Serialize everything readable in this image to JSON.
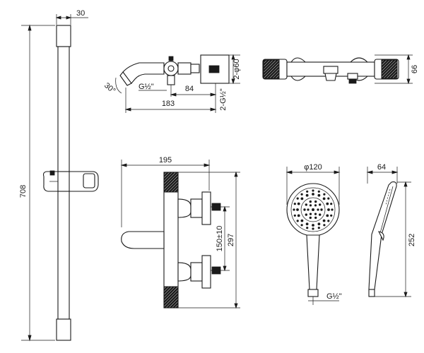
{
  "colors": {
    "line": "#1a1a1a",
    "background": "#ffffff"
  },
  "labels": {
    "rail_width": "30",
    "rail_length": "708",
    "valve_angle": "30°",
    "valve_inlet_thread": "G½\"",
    "valve_offset": "84",
    "valve_length": "183",
    "valve_connection": "2-G½\"",
    "valve_diameter": "2-φ60",
    "valve_depth": "66",
    "mixer_width": "195",
    "mixer_centers": "150±10",
    "mixer_height": "297",
    "head_diameter": "φ120",
    "head_thread": "G½\"",
    "head_depth": "64",
    "head_length": "252"
  }
}
